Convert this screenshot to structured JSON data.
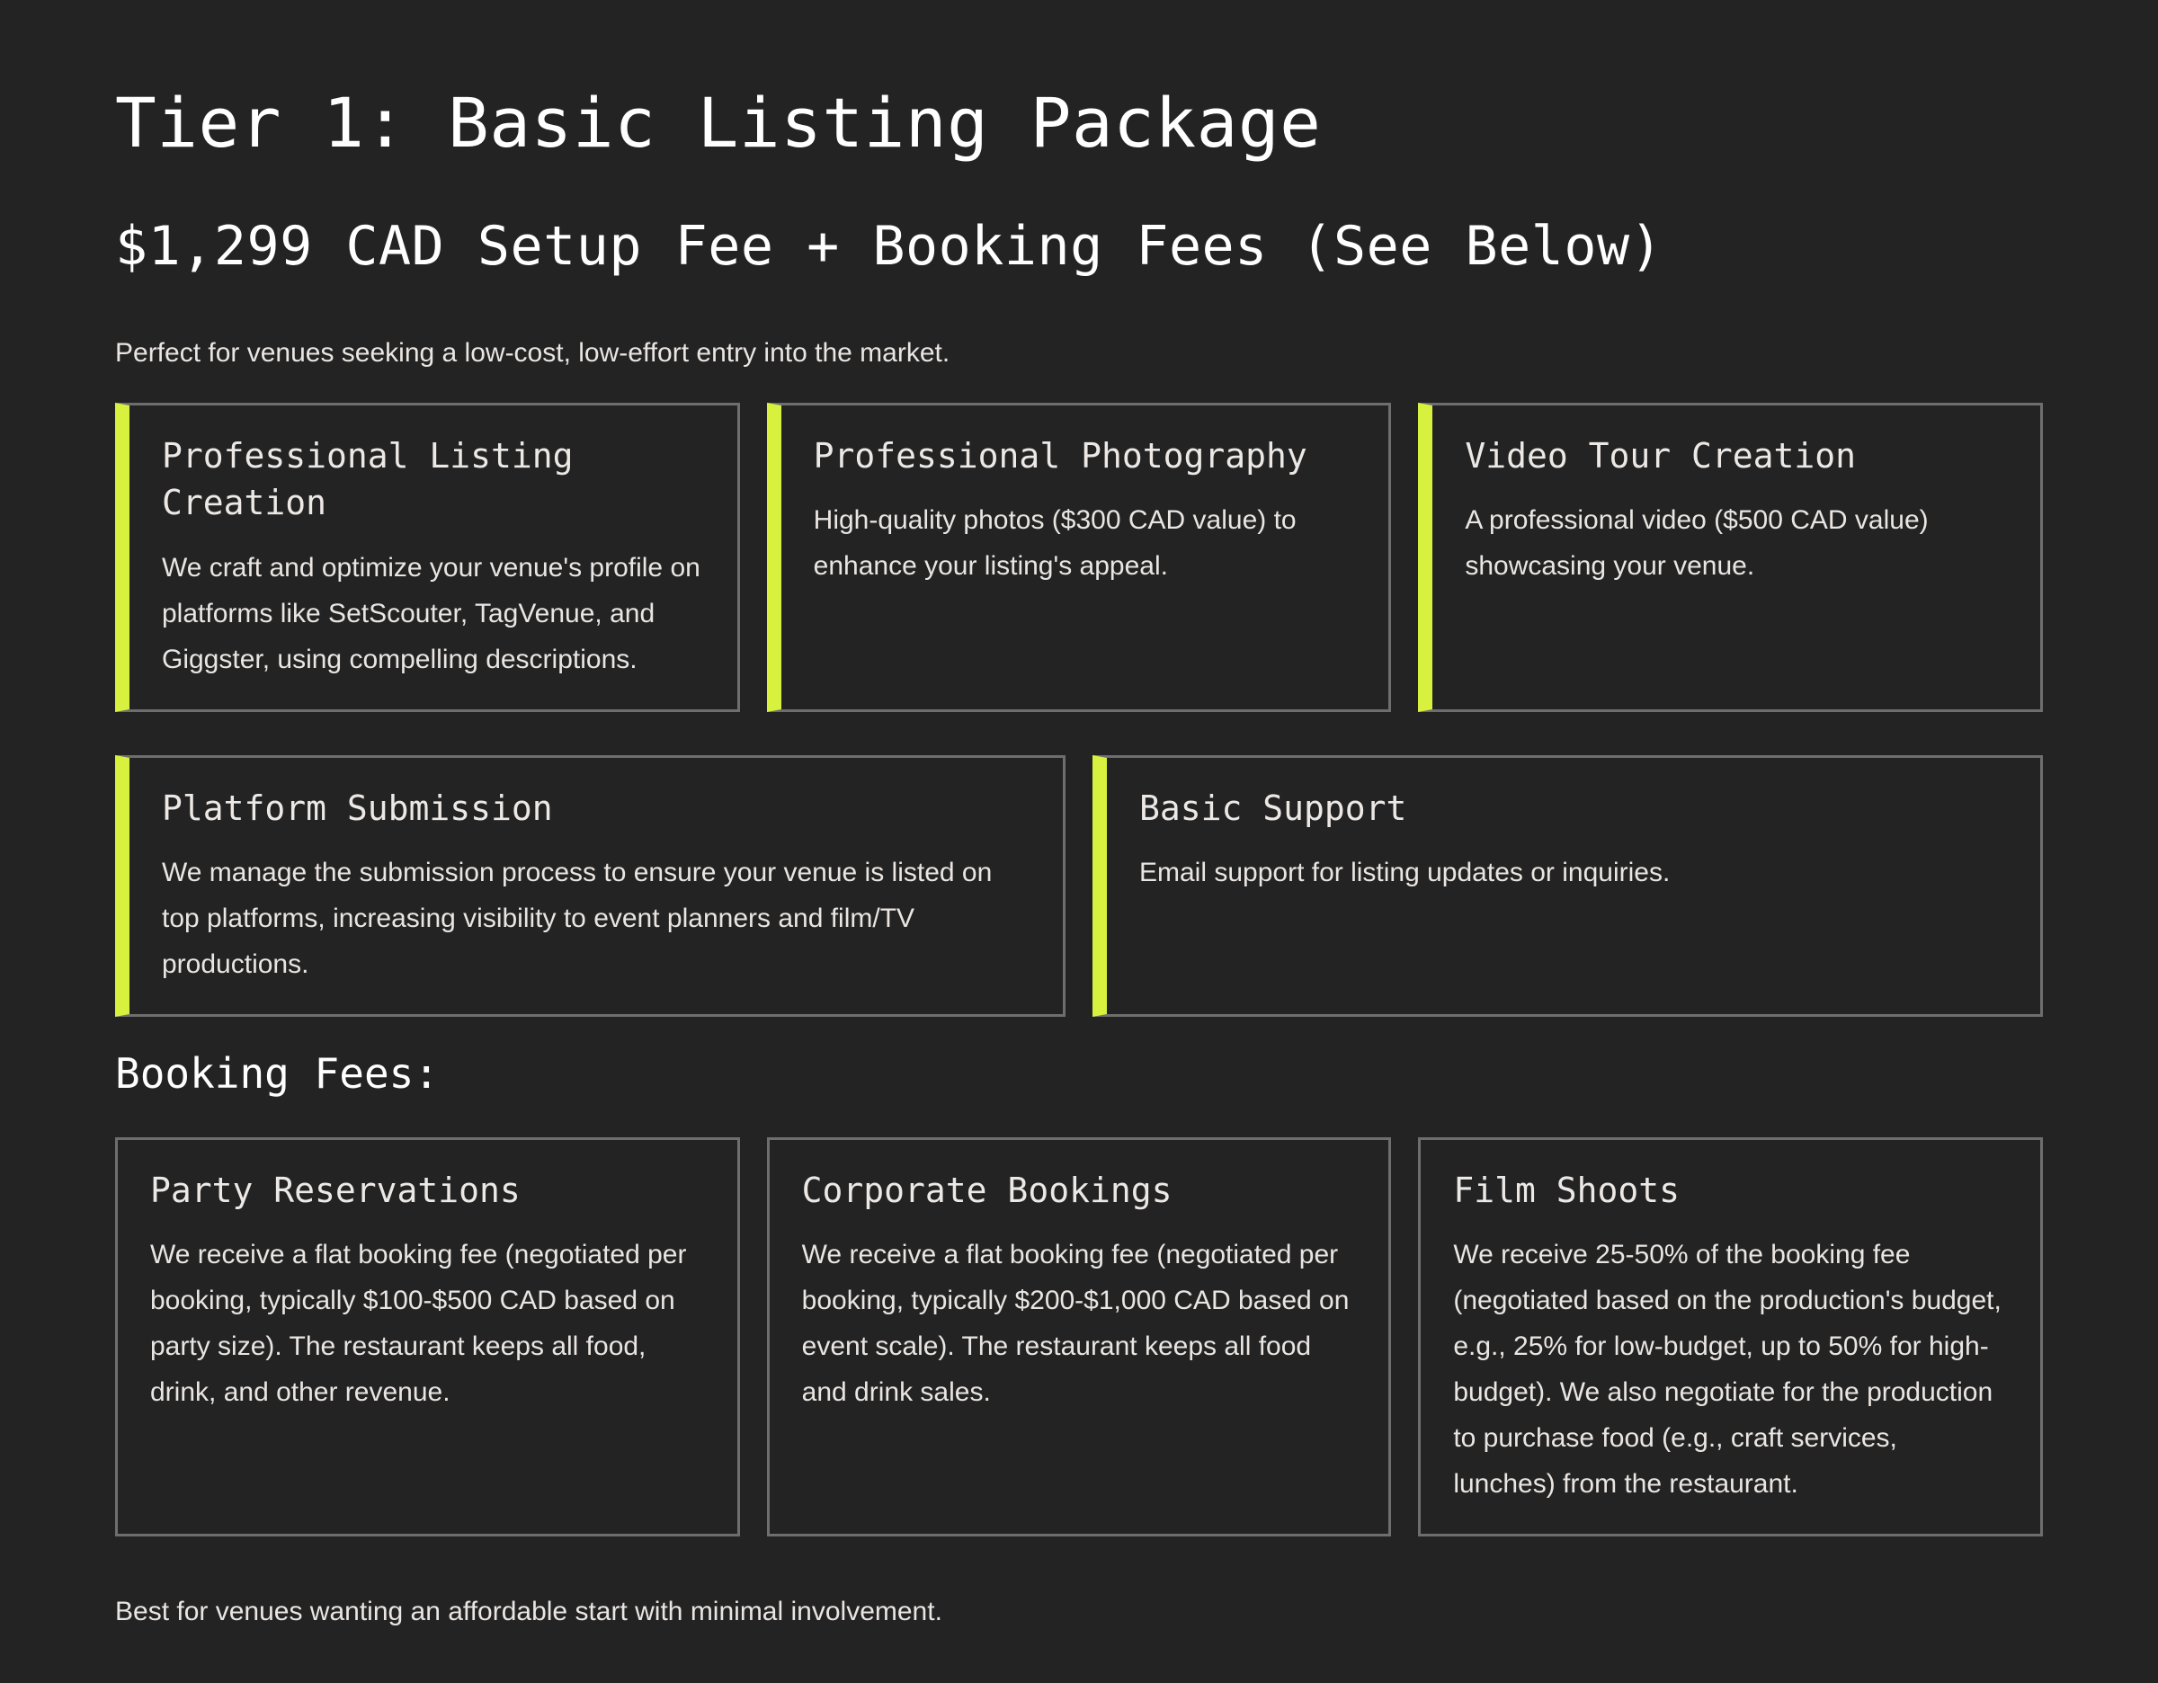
{
  "page": {
    "title": "Tier 1: Basic Listing Package",
    "subtitle": "$1,299 CAD Setup Fee + Booking Fees (See Below)",
    "description": "Perfect for venues seeking a low-cost, low-effort entry into the market.",
    "footer_note": "Best for venues wanting an affordable start with minimal involvement."
  },
  "colors": {
    "background": "#232323",
    "accent": "#d8f13e",
    "border": "#6e6e6e",
    "heading_text": "#ffffff",
    "body_text": "#e9e5e2",
    "card_title_text": "#ece8e5"
  },
  "features": [
    {
      "title": "Professional Listing Creation",
      "body": "We craft and optimize your venue's profile on platforms like SetScouter, TagVenue, and Giggster, using compelling descriptions."
    },
    {
      "title": "Professional Photography",
      "body": "High-quality photos ($300 CAD value) to enhance your listing's appeal."
    },
    {
      "title": "Video Tour Creation",
      "body": "A professional video ($500 CAD value) showcasing your venue."
    },
    {
      "title": "Platform Submission",
      "body": "We manage the submission process to ensure your venue is listed on top platforms, increasing visibility to event planners and film/TV productions."
    },
    {
      "title": "Basic Support",
      "body": "Email support for listing updates or inquiries."
    }
  ],
  "booking": {
    "heading": "Booking Fees:",
    "items": [
      {
        "title": "Party Reservations",
        "body": "We receive a flat booking fee (negotiated per booking, typically $100-$500 CAD based on party size). The restaurant keeps all food, drink, and other revenue."
      },
      {
        "title": "Corporate Bookings",
        "body": "We receive a flat booking fee (negotiated per booking, typically $200-$1,000 CAD based on event scale). The restaurant keeps all food and drink sales."
      },
      {
        "title": "Film Shoots",
        "body": "We receive 25-50% of the booking fee (negotiated based on the production's budget, e.g., 25% for low-budget, up to 50% for high-budget). We also negotiate for the production to purchase food (e.g., craft services, lunches) from the restaurant."
      }
    ]
  }
}
